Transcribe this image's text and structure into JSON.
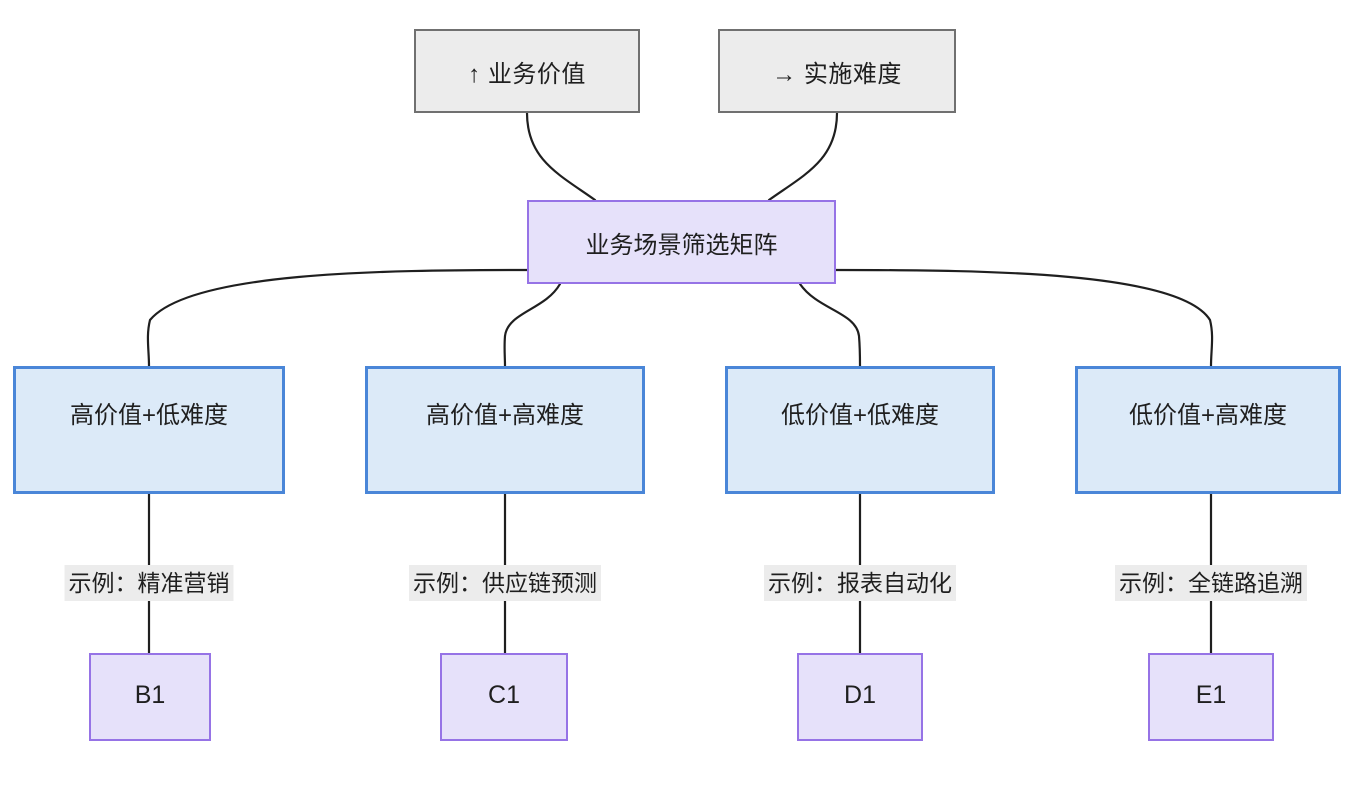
{
  "diagram": {
    "title": "业务场景筛选矩阵",
    "colors": {
      "axis_fill": "#ececec",
      "axis_border": "#707070",
      "center_fill": "#e6e1fa",
      "center_border": "#9673e6",
      "quadrant_fill": "#dceaf8",
      "quadrant_border": "#4a86d8",
      "leaf_fill": "#e6e1fa",
      "leaf_border": "#9673e6",
      "edge_stroke": "#1f1f1f",
      "label_bg": "#ececec",
      "text": "#1f1f1f",
      "background": "#ffffff"
    },
    "axes": [
      {
        "id": "axis-value",
        "label": "↑ 业务价值"
      },
      {
        "id": "axis-difficulty",
        "label": "→ 实施难度"
      }
    ],
    "center": {
      "id": "center-matrix",
      "label": "业务场景筛选矩阵"
    },
    "quadrants": [
      {
        "id": "quadrant-b",
        "label": "高价值+低难度"
      },
      {
        "id": "quadrant-c",
        "label": "高价值+高难度"
      },
      {
        "id": "quadrant-d",
        "label": "低价值+低难度"
      },
      {
        "id": "quadrant-e",
        "label": "低价值+高难度"
      }
    ],
    "edge_labels": [
      {
        "id": "edge-label-b",
        "label": "示例：精准营销"
      },
      {
        "id": "edge-label-c",
        "label": "示例：供应链预测"
      },
      {
        "id": "edge-label-d",
        "label": "示例：报表自动化"
      },
      {
        "id": "edge-label-e",
        "label": "示例：全链路追溯"
      }
    ],
    "leaves": [
      {
        "id": "leaf-b1",
        "label": "B1"
      },
      {
        "id": "leaf-c1",
        "label": "C1"
      },
      {
        "id": "leaf-d1",
        "label": "D1"
      },
      {
        "id": "leaf-e1",
        "label": "E1"
      }
    ]
  }
}
